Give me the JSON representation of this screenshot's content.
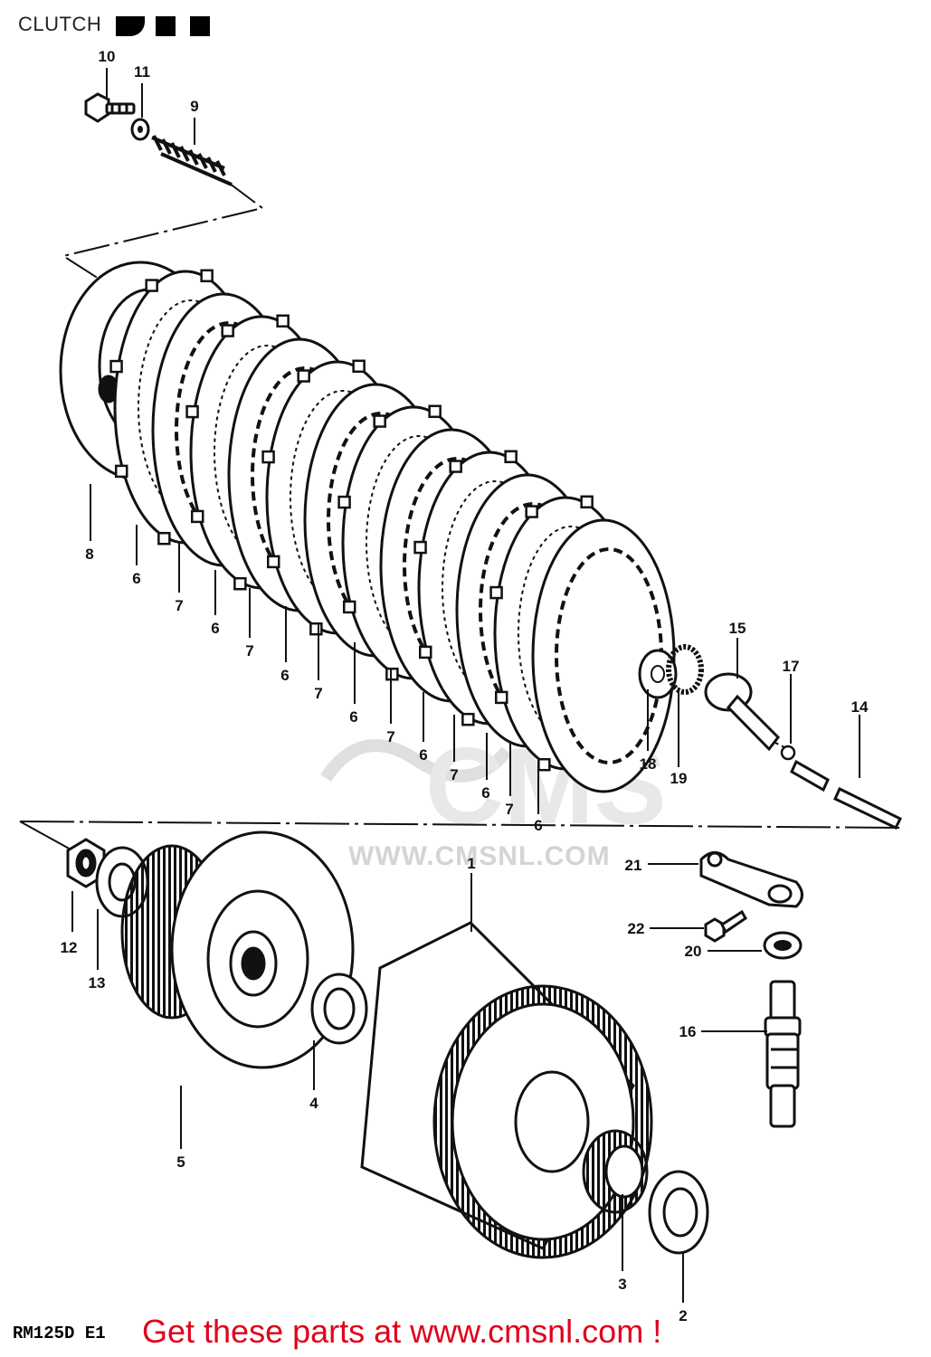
{
  "header": {
    "title": "CLUTCH"
  },
  "watermark": {
    "url": "WWW.CMSNL.COM"
  },
  "footer": {
    "model_code": "RM125D E1",
    "cta_text": "Get these parts at www.cmsnl.com !"
  },
  "colors": {
    "cta": "#e0001b",
    "ink": "#111111"
  },
  "callouts": [
    "10",
    "11",
    "9",
    "8",
    "6",
    "7",
    "6",
    "7",
    "6",
    "7",
    "6",
    "7",
    "6",
    "7",
    "6",
    "7",
    "6",
    "18",
    "19",
    "15",
    "17",
    "14",
    "21",
    "22",
    "20",
    "16",
    "12",
    "13",
    "1",
    "5",
    "4",
    "3",
    "2"
  ]
}
